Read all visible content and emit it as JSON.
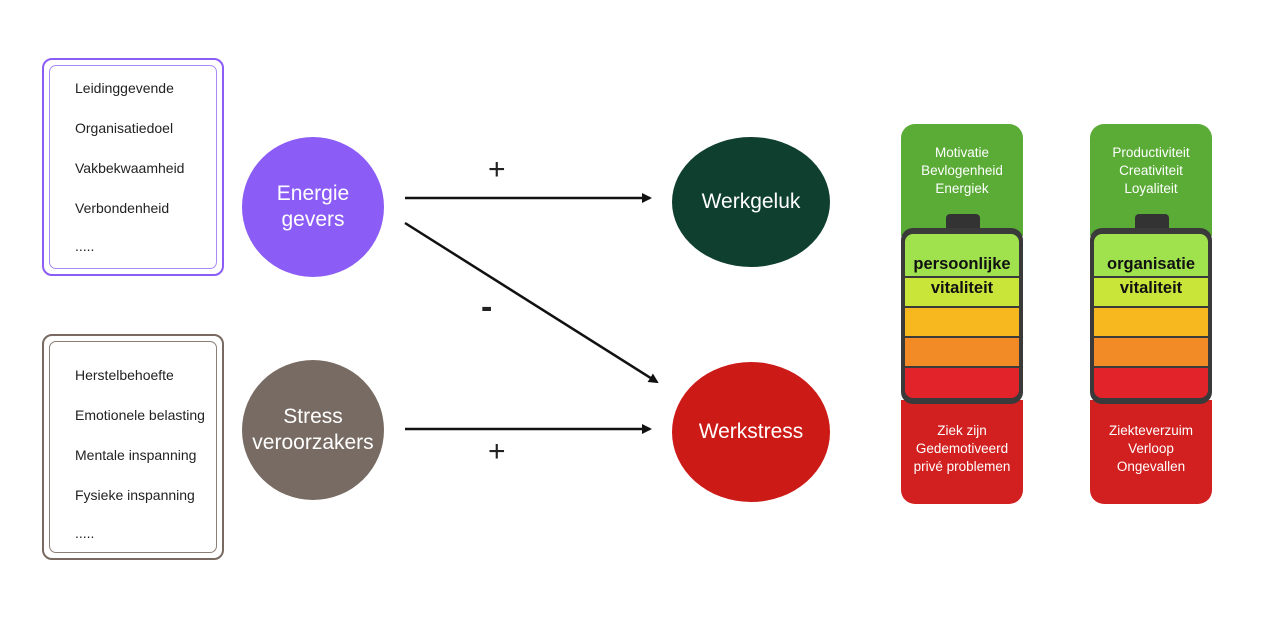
{
  "energy_list": {
    "items": [
      "Leidinggevende",
      "Organisatiedoel",
      "Vakbekwaamheid",
      "Verbondenheid",
      "....."
    ]
  },
  "stress_list": {
    "items": [
      "Herstelbehoefte",
      "Emotionele belasting",
      "Mentale inspanning",
      "Fysieke inspanning",
      "....."
    ]
  },
  "nodes": {
    "energie": "Energie\ngevers",
    "stress": "Stress\nveroorzakers",
    "werkgeluk": "Werkgeluk",
    "werkstress": "Werkstress"
  },
  "signs": {
    "energie_to_werkgeluk": "+",
    "energie_to_werkstress": "-",
    "stress_to_werkstress": "+"
  },
  "batteries": {
    "personal": {
      "top": [
        "Motivatie",
        "Bevlogenheid",
        "Energiek"
      ],
      "label": [
        "persoonlijke",
        "vitaliteit"
      ],
      "bottom": [
        "Ziek zijn",
        "Gedemotiveerd",
        "privé problemen"
      ]
    },
    "organisation": {
      "top": [
        "Productiviteit",
        "Creativiteit",
        "Loyaliteit"
      ],
      "label": [
        "organisatie",
        "vitaliteit"
      ],
      "bottom": [
        "Ziekteverzuim",
        "Verloop",
        "Ongevallen"
      ]
    }
  },
  "colors": {
    "energy": "#8c5cf6",
    "stress": "#786b63",
    "werkgeluk": "#0f3f2e",
    "werkstress": "#cc1a17"
  }
}
